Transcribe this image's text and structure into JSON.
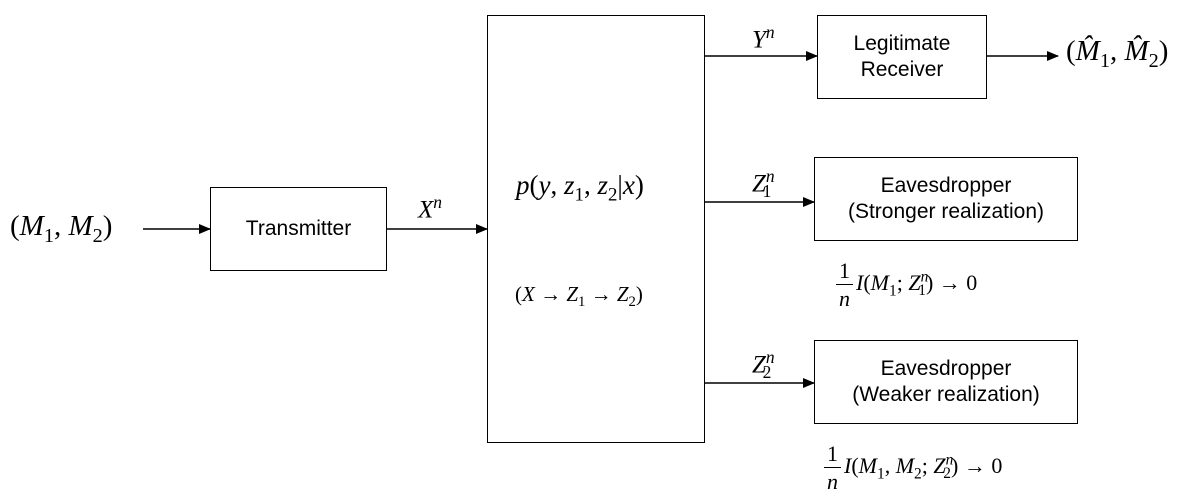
{
  "diagram": {
    "input": "(M1, M2)",
    "transmitter": "Transmitter",
    "xn": "X^n",
    "channel_main": "p(y, z1, z2|x)",
    "channel_chain": "(X → Z1 → Z2)",
    "yn": "Y^n",
    "z1n": "Z1^n",
    "z2n": "Z2^n",
    "receiver": {
      "line1": "Legitimate",
      "line2": "Receiver"
    },
    "output": "(M̂1, M̂2)",
    "eve1": {
      "line1": "Eavesdropper",
      "line2": "(Stronger realization)"
    },
    "eve2": {
      "line1": "Eavesdropper",
      "line2": "(Weaker realization)"
    },
    "constraint1": "1/n I(M1; Z1^n) → 0",
    "constraint2": "1/n I(M1, M2; Z2^n) → 0"
  }
}
